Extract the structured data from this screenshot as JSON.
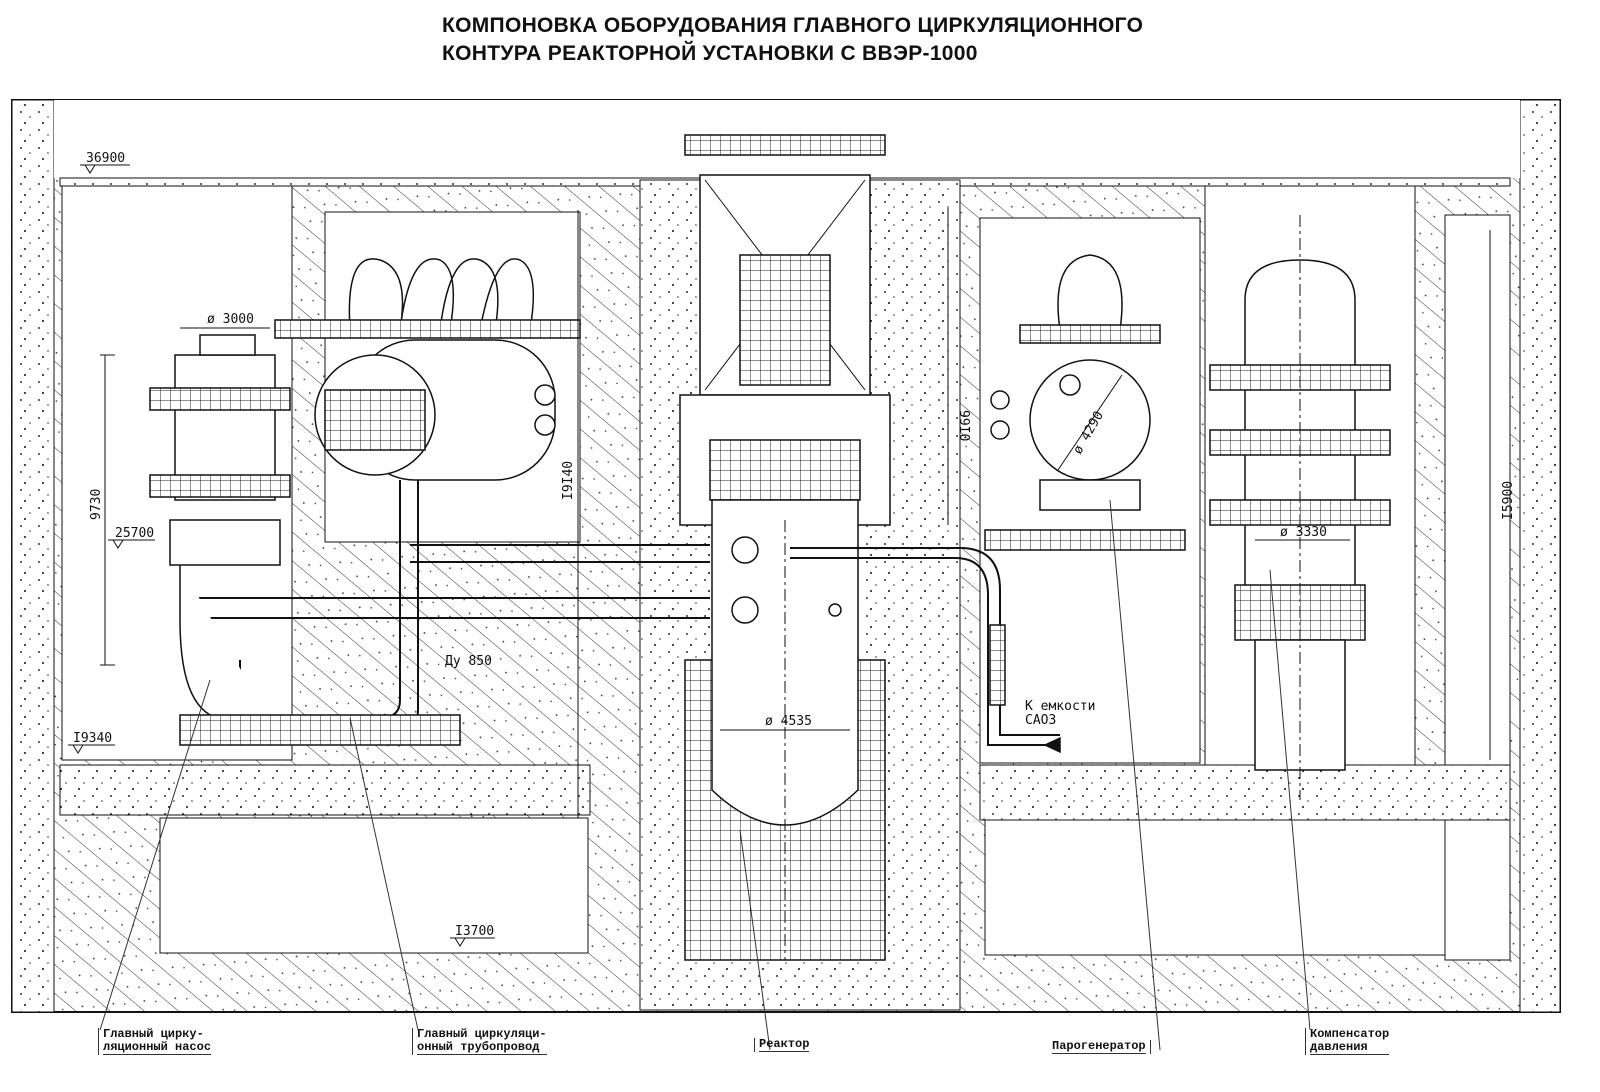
{
  "title": {
    "line1": "КОМПОНОВКА ОБОРУДОВАНИЯ ГЛАВНОГО ЦИРКУЛЯЦИОННОГО",
    "line2": "КОНТУРА РЕАКТОРНОЙ УСТАНОВКИ С ВВЭР-1000"
  },
  "elevations": {
    "top": "36900",
    "pump_floor": "25700",
    "lower_floor": "I9340",
    "bottom": "I3700"
  },
  "dimensions": {
    "pump_diameter": "ø 3000",
    "pump_height": "9730",
    "reactor_height": "I9I40",
    "sg_height": "99I0",
    "sg_diameter": "ø 4290",
    "pipe_diameter": "Ду 850",
    "reactor_diameter": "ø 4535",
    "pressurizer_diameter": "ø 3330",
    "pressurizer_height": "I5900"
  },
  "annotations": {
    "eccs_line1": "К емкости",
    "eccs_line2": "САОЗ"
  },
  "labels": {
    "pump": [
      "Главный цирку-",
      "ляционный насос"
    ],
    "pipeline": [
      "Главный циркуляци-",
      "онный трубопровод"
    ],
    "reactor": "Реактор",
    "steam_generator": "Парогенератор",
    "pressurizer": [
      "Компенсатор",
      "давления"
    ]
  }
}
